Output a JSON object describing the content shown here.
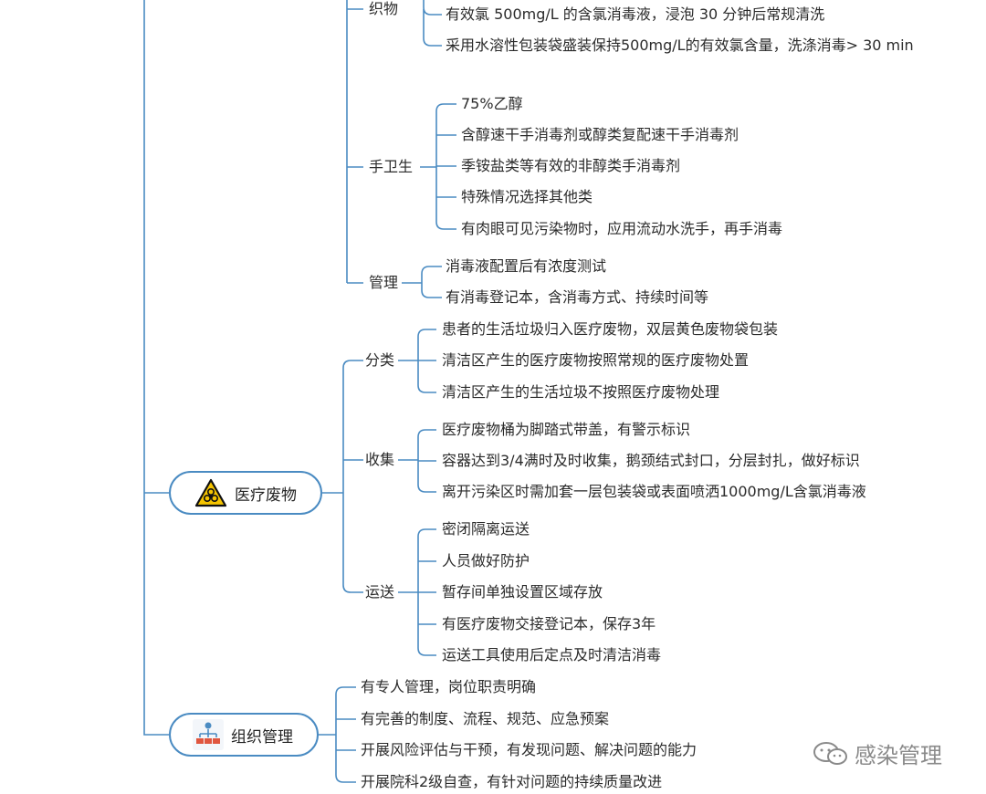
{
  "fabric": {
    "label": "织物",
    "items": [
      "有效氯 500mg/L 的含氯消毒液，浸泡 30 分钟后常规清洗",
      "采用水溶性包装袋盛装保持500mg/L的有效氯含量，洗涤消毒> 30 min"
    ]
  },
  "hand": {
    "label": "手卫生",
    "items": [
      "75%乙醇",
      "含醇速干手消毒剂或醇类复配速干手消毒剂",
      "季铵盐类等有效的非醇类手消毒剂",
      "特殊情况选择其他类",
      "有肉眼可见污染物时，应用流动水洗手，再手消毒"
    ]
  },
  "mgmt": {
    "label": "管理",
    "items": [
      "消毒液配置后有浓度测试",
      "有消毒登记本，含消毒方式、持续时间等"
    ]
  },
  "waste": {
    "label": "医疗废物",
    "icon": "biohazard-warning-icon",
    "classify": {
      "label": "分类",
      "items": [
        "患者的生活垃圾归入医疗废物，双层黄色废物袋包装",
        "清洁区产生的医疗废物按照常规的医疗废物处置",
        "清洁区产生的生活垃圾不按照医疗废物处理"
      ]
    },
    "collect": {
      "label": "收集",
      "items": [
        "医疗废物桶为脚踏式带盖，有警示标识",
        "容器达到3/4满时及时收集，鹅颈结式封口，分层封扎，做好标识",
        "离开污染区时需加套一层包装袋或表面喷洒1000mg/L含氯消毒液"
      ]
    },
    "transport": {
      "label": "运送",
      "items": [
        "密闭隔离运送",
        "人员做好防护",
        "暂存间单独设置区域存放",
        "有医疗废物交接登记本，保存3年",
        "运送工具使用后定点及时清洁消毒"
      ]
    }
  },
  "org": {
    "label": "组织管理",
    "icon": "org-chart-icon",
    "items": [
      "有专人管理，岗位职责明确",
      "有完善的制度、流程、规范、应急预案",
      "开展风险评估与干预，有发现问题、解决问题的能力",
      "开展院科2级自查，有针对问题的持续质量改进"
    ]
  },
  "watermark": {
    "text": "感染管理",
    "icon": "wechat-icon"
  },
  "colors": {
    "line": "#4a8bc2",
    "text": "#2b2b2b"
  }
}
